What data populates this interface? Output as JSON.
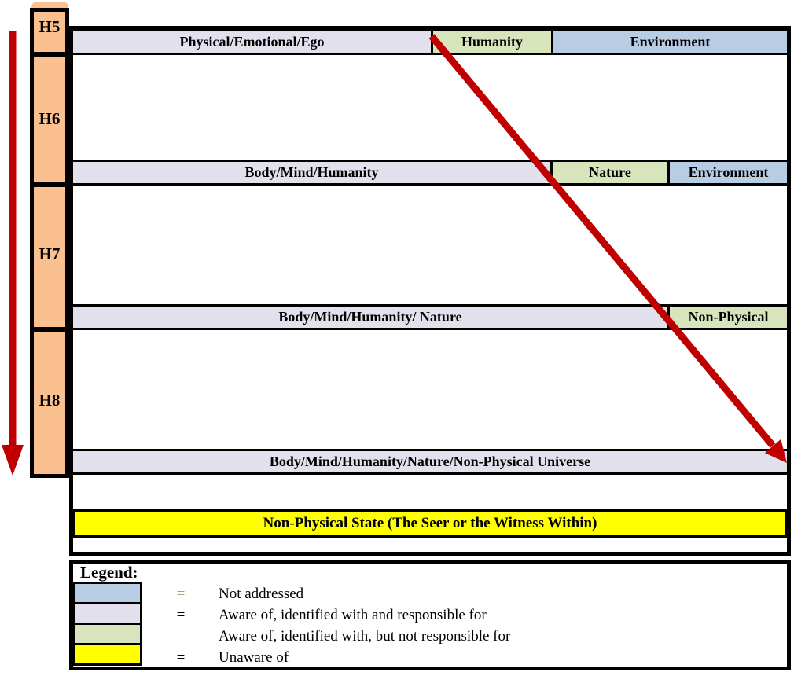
{
  "h_axis": {
    "items": [
      {
        "label": "H5"
      },
      {
        "label": "H6"
      },
      {
        "label": "H7"
      },
      {
        "label": "H8"
      }
    ]
  },
  "rows": [
    {
      "segments": [
        {
          "label": "Physical/Emotional/Ego",
          "category": "aware-responsible"
        },
        {
          "label": "Humanity",
          "category": "aware-not-responsible"
        },
        {
          "label": "Environment",
          "category": "not-addressed"
        }
      ]
    },
    {
      "segments": [
        {
          "label": "Body/Mind/Humanity",
          "category": "aware-responsible"
        },
        {
          "label": "Nature",
          "category": "aware-not-responsible"
        },
        {
          "label": "Environment",
          "category": "not-addressed"
        }
      ]
    },
    {
      "segments": [
        {
          "label": "Body/Mind/Humanity/ Nature",
          "category": "aware-responsible"
        },
        {
          "label": "Non-Physical",
          "category": "aware-not-responsible"
        }
      ]
    },
    {
      "segments": [
        {
          "label": "Body/Mind/Humanity/Nature/Non-Physical Universe",
          "category": "aware-responsible"
        }
      ]
    }
  ],
  "unaware_bar": {
    "label": "Non-Physical State (The Seer or the Witness Within)"
  },
  "legend": {
    "title": "Legend:",
    "items": [
      {
        "color": "#B8CCE4",
        "symbol": "=",
        "label": "Not addressed"
      },
      {
        "color": "#E2E0EC",
        "symbol": "=",
        "label": "Aware of, identified with and responsible for"
      },
      {
        "color": "#D7E4BC",
        "symbol": "=",
        "label": "Aware of, identified with, but not responsible for"
      },
      {
        "color": "#FFFF00",
        "symbol": "=",
        "label": "Unaware of"
      }
    ]
  },
  "colors": {
    "aware_responsible": "#E2E0EC",
    "aware_not_responsible": "#D7E4BC",
    "not_addressed": "#B8CCE4",
    "unaware": "#FFFF00",
    "h_column": "#FAC090",
    "arrow_red": "#C00000",
    "border": "#000000",
    "first_equals_symbol": "#9EAD6E"
  },
  "icons": {
    "down_arrow": "↓",
    "diagonal_arrow": "↘"
  }
}
